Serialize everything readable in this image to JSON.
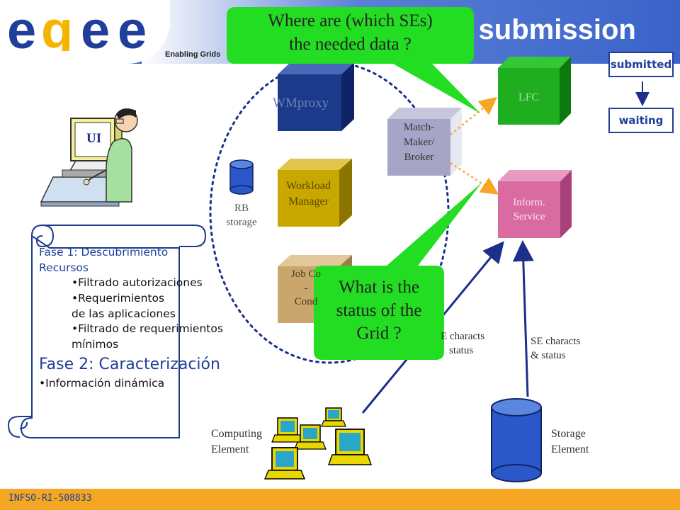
{
  "header": {
    "logo_text": "egee",
    "tagline": "Enabling Grids",
    "title": "o submission"
  },
  "bubbles": {
    "top": "Where are (which SEs)\nthe needed data ?",
    "bottom": "What is the\nstatus of the\nGrid ?"
  },
  "components": {
    "wmproxy": "WMproxy",
    "workload_manager": [
      "Workload",
      "Manager"
    ],
    "job_controller": [
      "Job Co",
      "-",
      "Cond"
    ],
    "matchmaker": [
      "Match-",
      "Maker/",
      "Broker"
    ],
    "lfc": "LFC",
    "inform_service": [
      "Inform.",
      "Service"
    ],
    "rb_storage": [
      "RB",
      "storage"
    ],
    "ui": "UI"
  },
  "states": {
    "submitted": "submitted",
    "waiting": "waiting"
  },
  "labels": {
    "ce_characts": [
      "E characts",
      "status"
    ],
    "se_characts": [
      "SE characts",
      "& status"
    ],
    "computing_element": [
      "Computing",
      "Element"
    ],
    "storage_element": [
      "Storage",
      "Element"
    ]
  },
  "scroll": {
    "phase1_title": "Fase 1: Descubrimiento Recursos",
    "phase1_items": [
      "Filtrado autorizaciones",
      "Requerimientos"
    ],
    "phase1_item2_cont": "de las aplicaciones",
    "phase1_item3": "Filtrado de requerimientos",
    "phase1_item3_cont": "mínimos",
    "phase2_title": "Fase 2: Caracterización",
    "phase2_items": [
      "Información dinámica"
    ]
  },
  "footer": {
    "text": "INFSO-RI-508833"
  },
  "colors": {
    "header_blue": "#3a63c9",
    "egee_blue": "#1f3f9a",
    "egee_yellow": "#f5b400",
    "footer_orange": "#f5a623",
    "bubble_green": "#22dd22",
    "box_navy": "#1c3a8a",
    "box_olive": "#c8a800",
    "box_tan": "#c9a66b",
    "box_grey": "#a5a5c8",
    "box_green": "#1fae1f",
    "box_pink": "#d96aa2"
  }
}
